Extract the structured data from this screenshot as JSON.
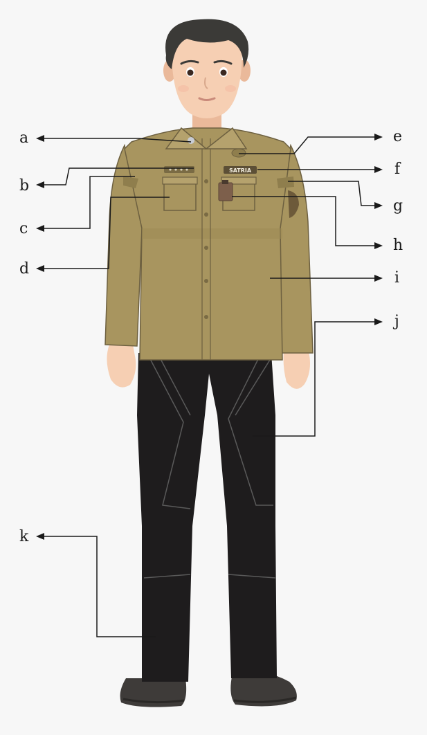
{
  "diagram": {
    "labels": [
      {
        "id": "a",
        "text": "a"
      },
      {
        "id": "b",
        "text": "b"
      },
      {
        "id": "c",
        "text": "c"
      },
      {
        "id": "d",
        "text": "d"
      },
      {
        "id": "e",
        "text": "e"
      },
      {
        "id": "f",
        "text": "f"
      },
      {
        "id": "g",
        "text": "g"
      },
      {
        "id": "h",
        "text": "h"
      },
      {
        "id": "i",
        "text": "i"
      },
      {
        "id": "j",
        "text": "j"
      },
      {
        "id": "k",
        "text": "k"
      }
    ],
    "figure": {
      "name_tag_text": "SATRIA",
      "colors": {
        "shirt": "#a8955f",
        "shirt_shadow": "#8f7e4d",
        "trousers": "#1e1c1d",
        "skin": "#f6cfb3",
        "hair": "#3b3a37",
        "shoes": "#3e3b39",
        "background": "#f7f7f7"
      }
    }
  }
}
